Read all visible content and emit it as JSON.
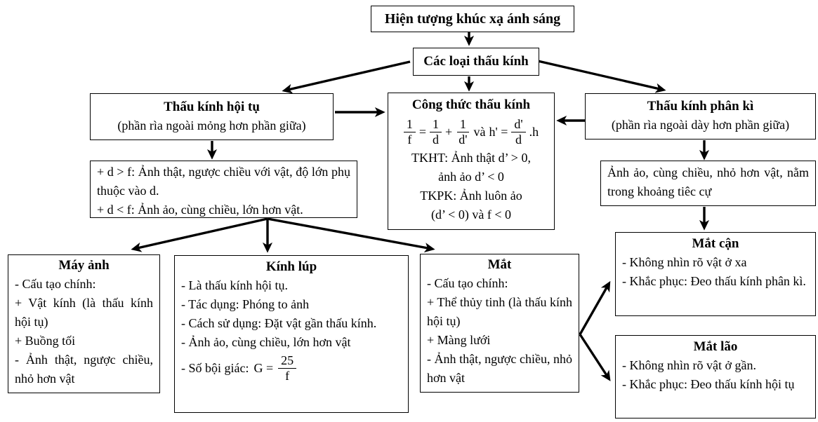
{
  "colors": {
    "background": "#ffffff",
    "box_border": "#000000",
    "text": "#000000",
    "arrow": "#000000"
  },
  "nodes": {
    "root": {
      "title": "Hiện tượng khúc xạ ánh sáng"
    },
    "lens_types": {
      "title": "Các loại thấu kính"
    },
    "converging": {
      "title": "Thấu kính hội tụ",
      "subtitle": "(phần rìa ngoài mỏng hơn phần giữa)"
    },
    "diverging": {
      "title": "Thấu kính phân kì",
      "subtitle": "(phần rìa ngoài dày hơn phần giữa)"
    },
    "formula": {
      "title": "Công thức thấu kính",
      "eq1": {
        "f1": {
          "num": "1",
          "den": "f"
        },
        "equals": "=",
        "f2": {
          "num": "1",
          "den": "d"
        },
        "plus": "+",
        "f3": {
          "num": "1",
          "den": "d'"
        }
      },
      "and_word": "và",
      "eq2": {
        "lhs": "h' =",
        "f4": {
          "num": "d'",
          "den": "d"
        },
        "suffix": ".h"
      },
      "lines": [
        "TKHT: Ảnh thật d’ > 0,",
        "ảnh ảo d’ < 0",
        "TKPK: Ảnh luôn ảo",
        "(d’ < 0) và f < 0"
      ]
    },
    "converging_note": {
      "lines": [
        "+ d > f: Ảnh thật, ngược chiều với vật, độ lớn phụ thuộc vào d.",
        "+ d < f: Ảnh ảo, cùng chiều, lớn hơn vật."
      ]
    },
    "diverging_note": {
      "text": "Ảnh ảo, cùng chiều, nhỏ hơn vật, nằm trong khoảng tiêc cự"
    },
    "camera": {
      "title": "Máy ảnh",
      "lines": [
        "- Cấu tạo chính:",
        "+ Vật kính (là thấu kính hội tụ)",
        "+ Buồng tối",
        "- Ảnh thật, ngược chiều, nhỏ hơn vật"
      ]
    },
    "magnifier": {
      "title": "Kính lúp",
      "lines": [
        "- Là thấu kính hội tụ.",
        "- Tác dụng: Phóng to ảnh",
        "- Cách sử dụng: Đặt vật gần thấu kính.",
        "- Ảnh ảo, cùng chiều, lớn hơn vật"
      ],
      "magnification": {
        "label": "- Số bội giác:",
        "lhs": "G =",
        "frac": {
          "num": "25",
          "den": "f"
        }
      }
    },
    "eye": {
      "title": "Mắt",
      "lines": [
        "- Cấu tạo chính:",
        "+ Thể thủy tinh (là thấu kính hội tụ)",
        "+ Màng lưới",
        "- Ảnh thật, ngược chiều, nhỏ hơn vật"
      ]
    },
    "nearsighted": {
      "title": "Mắt cận",
      "lines": [
        "- Không nhìn rõ vật ở xa",
        "- Khắc phục: Đeo thấu kính phân kì."
      ]
    },
    "farsighted": {
      "title": "Mắt lão",
      "lines": [
        "- Không nhìn rõ vật ở gần.",
        "- Khắc phục: Đeo thấu kính hội tụ"
      ]
    }
  }
}
